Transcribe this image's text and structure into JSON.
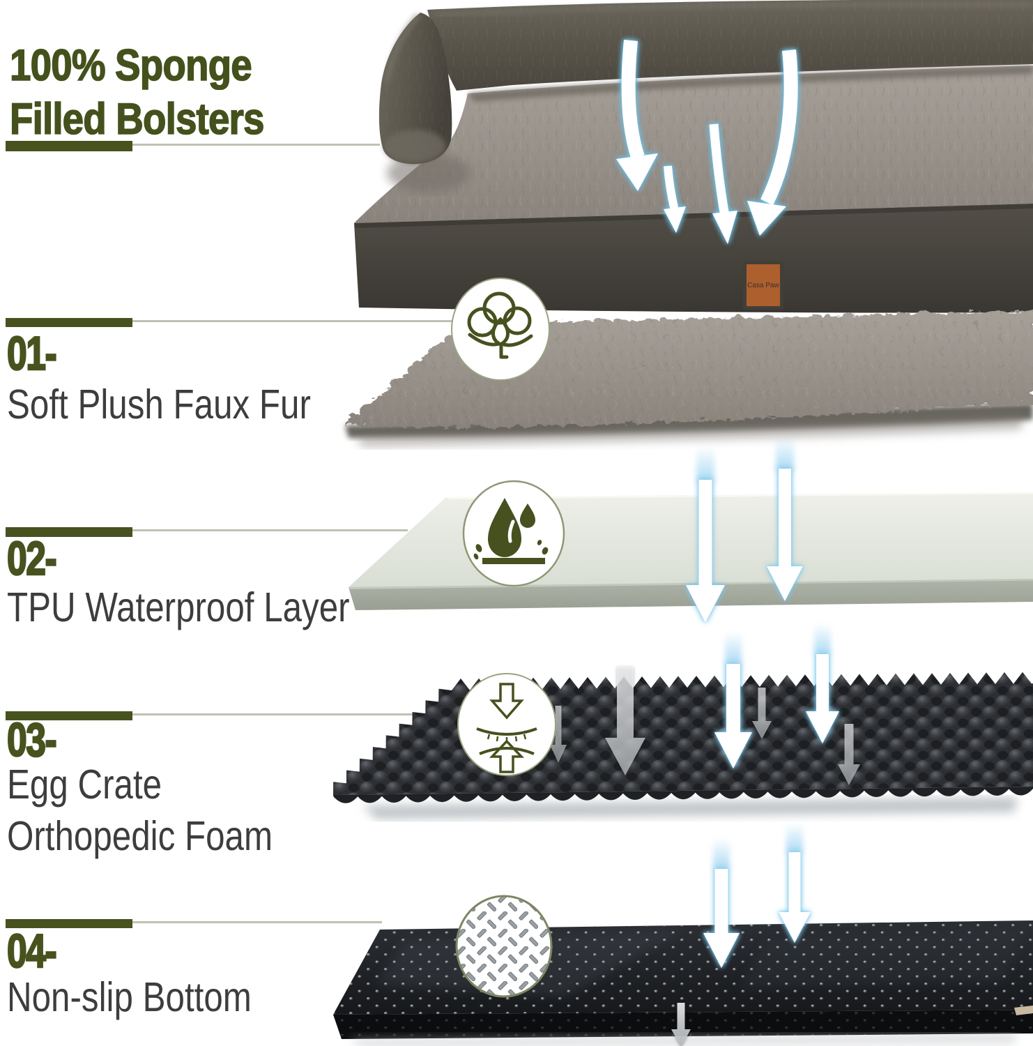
{
  "title": {
    "line1": "100% Sponge",
    "line2": "Filled Bolsters"
  },
  "sections": [
    {
      "num": "01-",
      "label_lines": [
        "Soft Plush Faux Fur"
      ],
      "icon": "cotton"
    },
    {
      "num": "02-",
      "label_lines": [
        "TPU Waterproof Layer"
      ],
      "icon": "water-repel"
    },
    {
      "num": "03-",
      "label_lines": [
        "Egg Crate",
        "Orthopedic Foam"
      ],
      "icon": "pressure-relief"
    },
    {
      "num": "04-",
      "label_lines": [
        "Non-slip Bottom"
      ],
      "icon": "anti-slip"
    }
  ],
  "bed": {
    "tag_text": "Casa Paw"
  },
  "colors": {
    "accent_green": "#47521f",
    "rule_light": "#bdc2b3",
    "label_gray": "#3d3d3d",
    "arrow_glow": "#7dc8eb",
    "foam_dark": "#2b2d31",
    "nonslip_black": "#17191c"
  }
}
